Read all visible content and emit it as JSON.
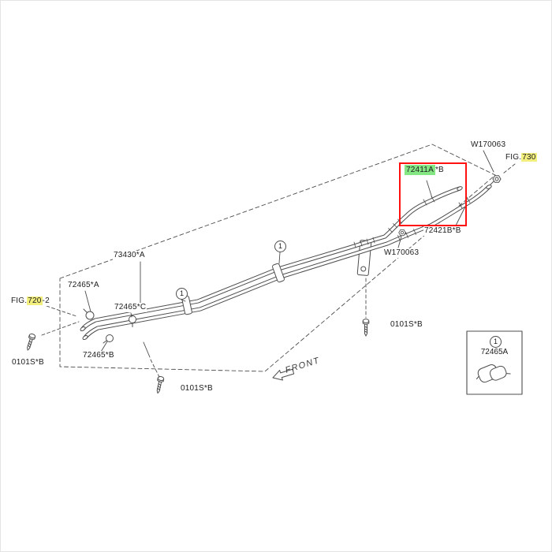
{
  "diagram": {
    "labels": {
      "w170063_top": "W170063",
      "w170063_mid": "W170063",
      "fig730_prefix": "FIG.",
      "fig730_link": "730",
      "fig720_prefix": "FIG.",
      "fig720_link": "720",
      "fig720_suffix": "-2",
      "part_72411_main": "72411A",
      "part_72411_suffix": "*B",
      "part_72421": "72421B*B",
      "part_73430": "73430*A",
      "part_72465_a": "72465*A",
      "part_72465_c": "72465*C",
      "part_72465_b": "72465*B",
      "bolt_right": "0101S*B",
      "bolt_left": "0101S*B",
      "bolt_bottom": "0101S*B",
      "front": "FRONT",
      "legend_part": "72465A",
      "callout": "1"
    },
    "colors": {
      "highlight_yellow": "#f2ef7e",
      "highlight_green": "#84e784",
      "selection_red": "#ff1111",
      "line": "#4d4d4d",
      "text": "#1c1c1c"
    }
  }
}
